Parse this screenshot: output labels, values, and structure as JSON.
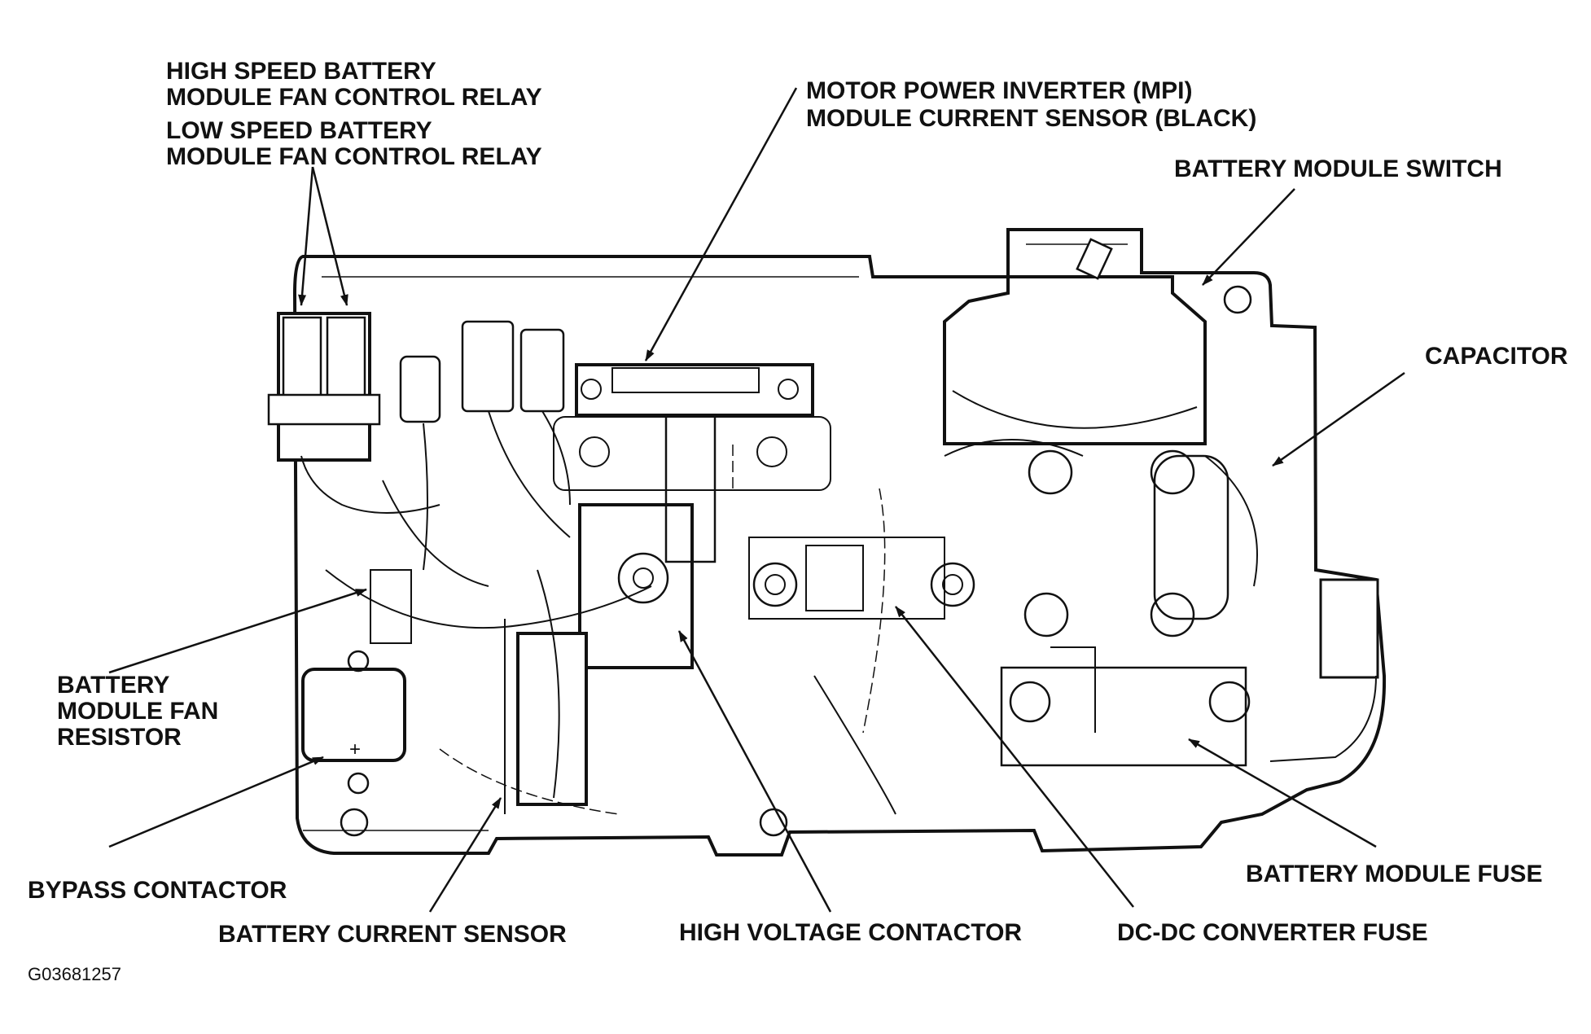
{
  "labels": {
    "hs_relay_1": "HIGH SPEED BATTERY",
    "hs_relay_2": "MODULE FAN CONTROL RELAY",
    "ls_relay_1": "LOW SPEED BATTERY",
    "ls_relay_2": "MODULE FAN CONTROL RELAY",
    "mpi_1": "MOTOR POWER INVERTER (MPI)",
    "mpi_2": "MODULE CURRENT SENSOR (BLACK)",
    "battery_module_switch": "BATTERY MODULE SWITCH",
    "capacitor": "CAPACITOR",
    "fan_resistor_1": "BATTERY",
    "fan_resistor_2": "MODULE FAN",
    "fan_resistor_3": "RESISTOR",
    "bypass_contactor": "BYPASS CONTACTOR",
    "battery_current_sensor": "BATTERY CURRENT SENSOR",
    "high_voltage_contactor": "HIGH VOLTAGE CONTACTOR",
    "dcdc_converter_fuse": "DC-DC CONVERTER FUSE",
    "battery_module_fuse": "BATTERY MODULE FUSE"
  },
  "figure_id": "G03681257",
  "colors": {
    "ink": "#111111",
    "background": "#ffffff"
  }
}
